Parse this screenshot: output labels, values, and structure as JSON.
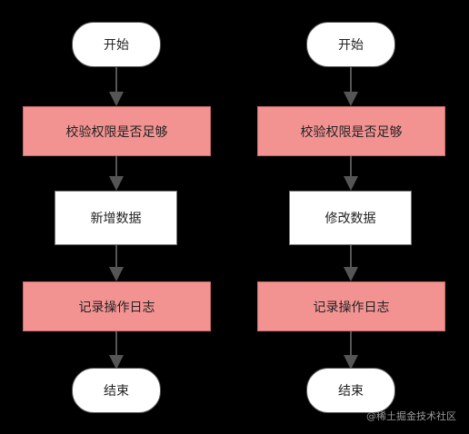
{
  "flows": [
    {
      "name": "left",
      "nodes": [
        {
          "label": "开始"
        },
        {
          "label": "校验权限是否足够"
        },
        {
          "label": "新增数据"
        },
        {
          "label": "记录操作日志"
        },
        {
          "label": "结束"
        }
      ]
    },
    {
      "name": "right",
      "nodes": [
        {
          "label": "开始"
        },
        {
          "label": "校验权限是否足够"
        },
        {
          "label": "修改数据"
        },
        {
          "label": "记录操作日志"
        },
        {
          "label": "结束"
        }
      ]
    }
  ],
  "watermark": "@稀土掘金技术社区",
  "colors": {
    "background": "#000000",
    "highlight_fill": "#f29392",
    "terminal_fill": "#ffffff",
    "arrow": "#555555"
  }
}
